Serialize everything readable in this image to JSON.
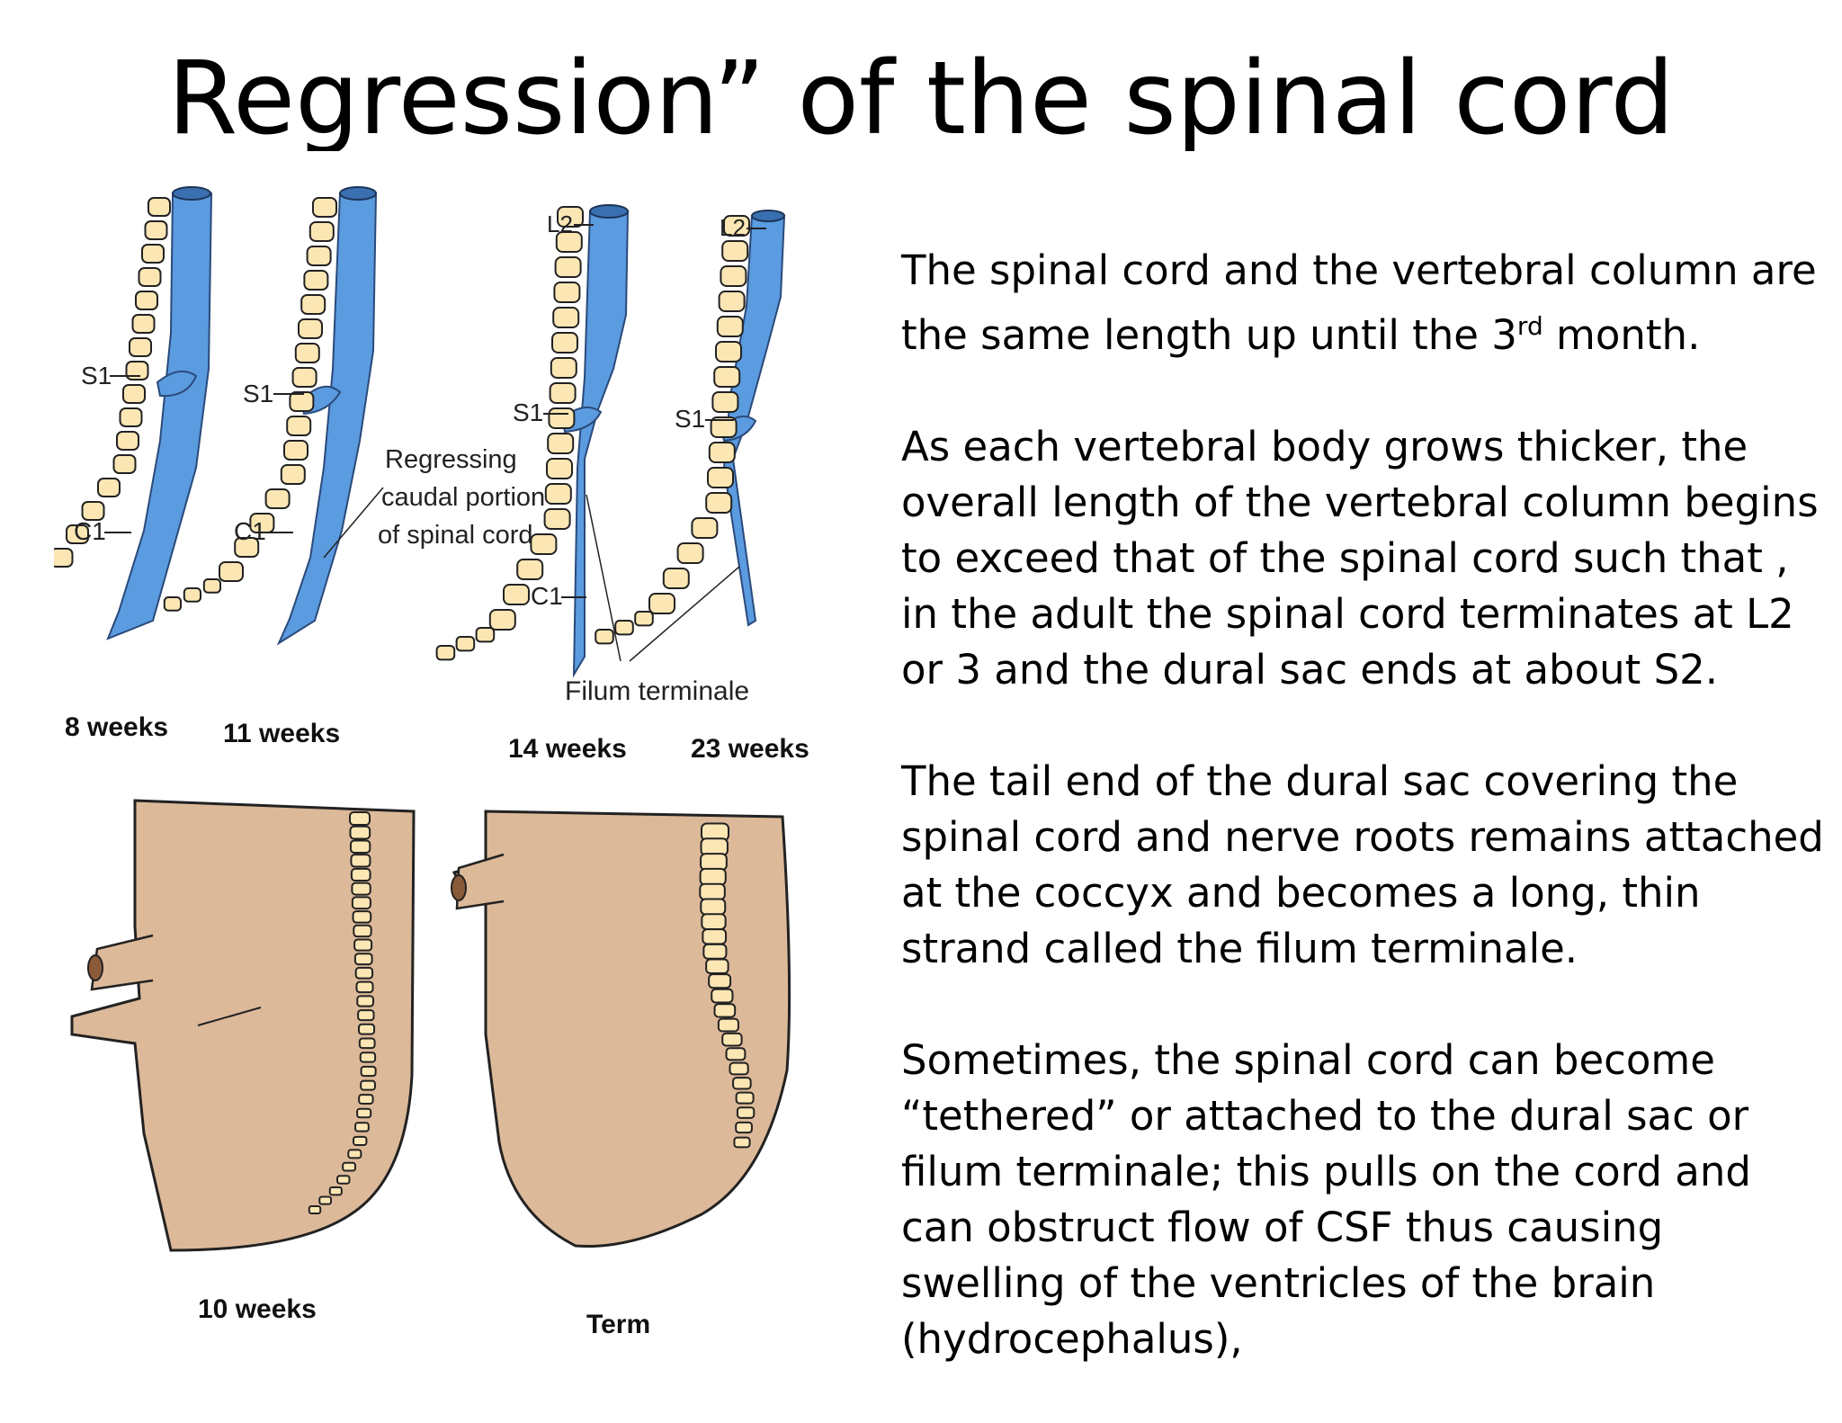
{
  "title": "Regression” of the spinal cord",
  "figure": {
    "top_panels": [
      {
        "stage": "8 weeks",
        "s1": "S1",
        "c1": "C1"
      },
      {
        "stage": "11 weeks",
        "s1": "S1",
        "c1": "C1"
      },
      {
        "stage": "14 weeks",
        "l2": "L2",
        "s1": "S1",
        "c1": "C1"
      },
      {
        "stage": "23 weeks",
        "l2": "L2",
        "s1": "S1"
      }
    ],
    "regressing_label": [
      "Regressing",
      "caudal portion",
      "of spinal cord"
    ],
    "filum_label": "Filum terminale",
    "bottom_panels": [
      {
        "stage": "10 weeks"
      },
      {
        "stage": "Term"
      }
    ],
    "colors": {
      "cord": "#5b9be0",
      "vertebra_fill": "#fbe6b4",
      "vertebra_stroke": "#222222",
      "skin": "#dcb999"
    }
  },
  "paragraphs": {
    "p1_before": "The spinal cord and the vertebral column are the same length up until the 3",
    "p1_sup": "rd",
    "p1_after": " month.",
    "p2": "As each vertebral body grows thicker, the overall length of the vertebral column begins to exceed that of the spinal cord such that , in the adult the spinal cord terminates at L2 or 3 and the dural sac ends at about  S2.",
    "p3": "The tail end of the dural sac covering the spinal cord and nerve roots remains attached at the coccyx and becomes a long, thin strand called the filum terminale.",
    "p4": "Sometimes, the spinal cord can become “tethered” or attached to the dural sac or filum terminale; this pulls on the cord and can obstruct flow of CSF thus causing swelling of the ventricles of the brain (hydrocephalus),"
  }
}
